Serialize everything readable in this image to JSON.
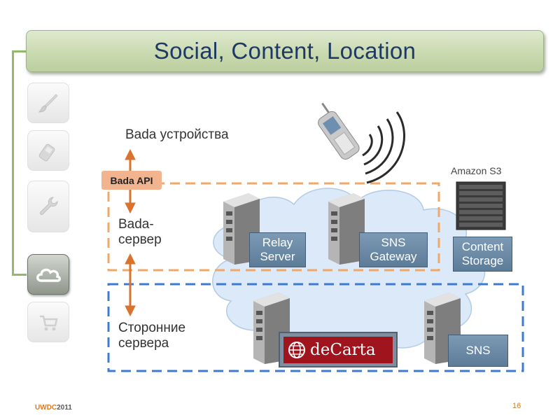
{
  "title": "Social, Content, Location",
  "nav": {
    "items": [
      "brush",
      "phone",
      "wrench",
      "cloud",
      "cart"
    ],
    "active": "cloud"
  },
  "diagram": {
    "device_label": "Bada устройства",
    "api_badge": "Bada API",
    "server_label_line1": "Bada-",
    "server_label_line2": "сервер",
    "third_party_line1": "Сторонние",
    "third_party_line2": "сервера",
    "relay_line1": "Relay",
    "relay_line2": "Server",
    "sns_gw_line1": "SNS",
    "sns_gw_line2": "Gateway",
    "content_line1": "Content",
    "content_line2": "Storage",
    "amazon": "Amazon S3",
    "decarta": "deCarta",
    "sns": "SNS"
  },
  "footer": {
    "event_prefix": "UWDC",
    "event_year": "2011",
    "page": "16"
  },
  "colors": {
    "title_text": "#1f3864",
    "orange_dash": "#f0a868",
    "blue_dash": "#3c7bd0",
    "arrow": "#d9732e",
    "nav_line": "#93b96b",
    "cloud": "#dbe9f9"
  }
}
